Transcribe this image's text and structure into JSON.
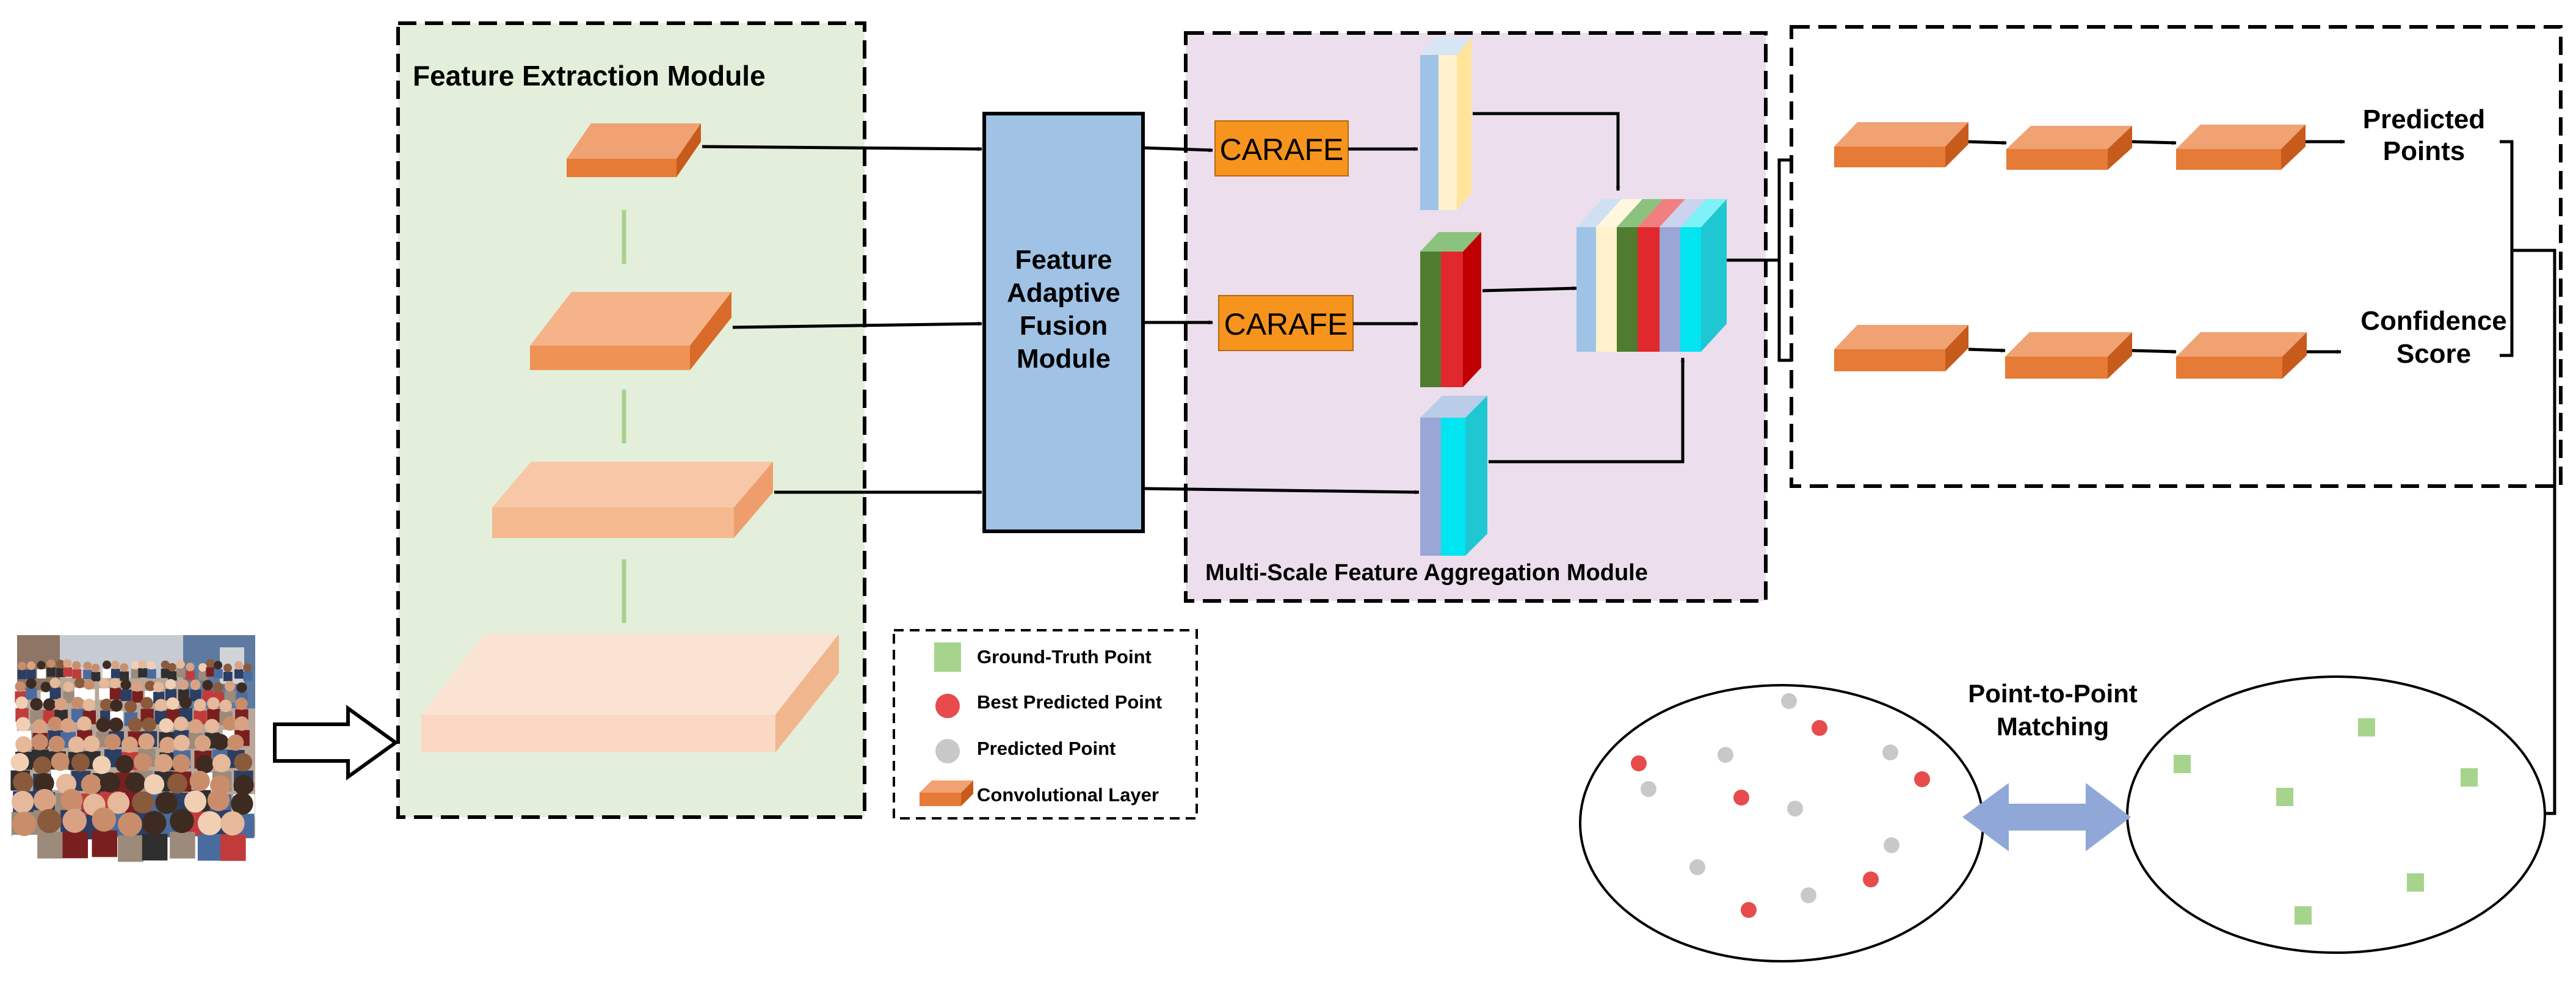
{
  "modules": {
    "feature_extraction": {
      "title": "Feature Extraction Module"
    },
    "fusion": {
      "line1": "Feature",
      "line2": "Adaptive",
      "line3": "Fusion",
      "line4": "Module"
    },
    "aggregation": {
      "title": "Multi-Scale Feature Aggregation Module"
    },
    "carafe": {
      "label": "CARAFE"
    }
  },
  "outputs": {
    "predicted_points": {
      "line1": "Predicted",
      "line2": "Points"
    },
    "confidence_score": {
      "line1": "Confidence",
      "line2": "Score"
    }
  },
  "matching": {
    "line1": "Point-to-Point",
    "line2": "Matching"
  },
  "legend": {
    "items": [
      {
        "label": "Ground-Truth Point",
        "icon": "green-square-icon",
        "color": "#a6d48c"
      },
      {
        "label": "Best Predicted Point",
        "icon": "red-dot-icon",
        "color": "#e84b4b"
      },
      {
        "label": "Predicted Point",
        "icon": "gray-dot-icon",
        "color": "#c8c8c8"
      },
      {
        "label": "Convolutional Layer",
        "icon": "orange-block-icon",
        "color": "#e98a4e"
      }
    ]
  },
  "colors": {
    "extraction_bg": "#e3efda",
    "fusion_box": "#9fc2e5",
    "aggregation_bg": "#ecdeed",
    "carafe": "#f7941d",
    "conv_layer": "#e98a4e",
    "ground_truth": "#a6d48c",
    "best_predicted": "#e84b4b",
    "predicted": "#c8c8c8",
    "matching_arrow": "#8fa8d8"
  }
}
